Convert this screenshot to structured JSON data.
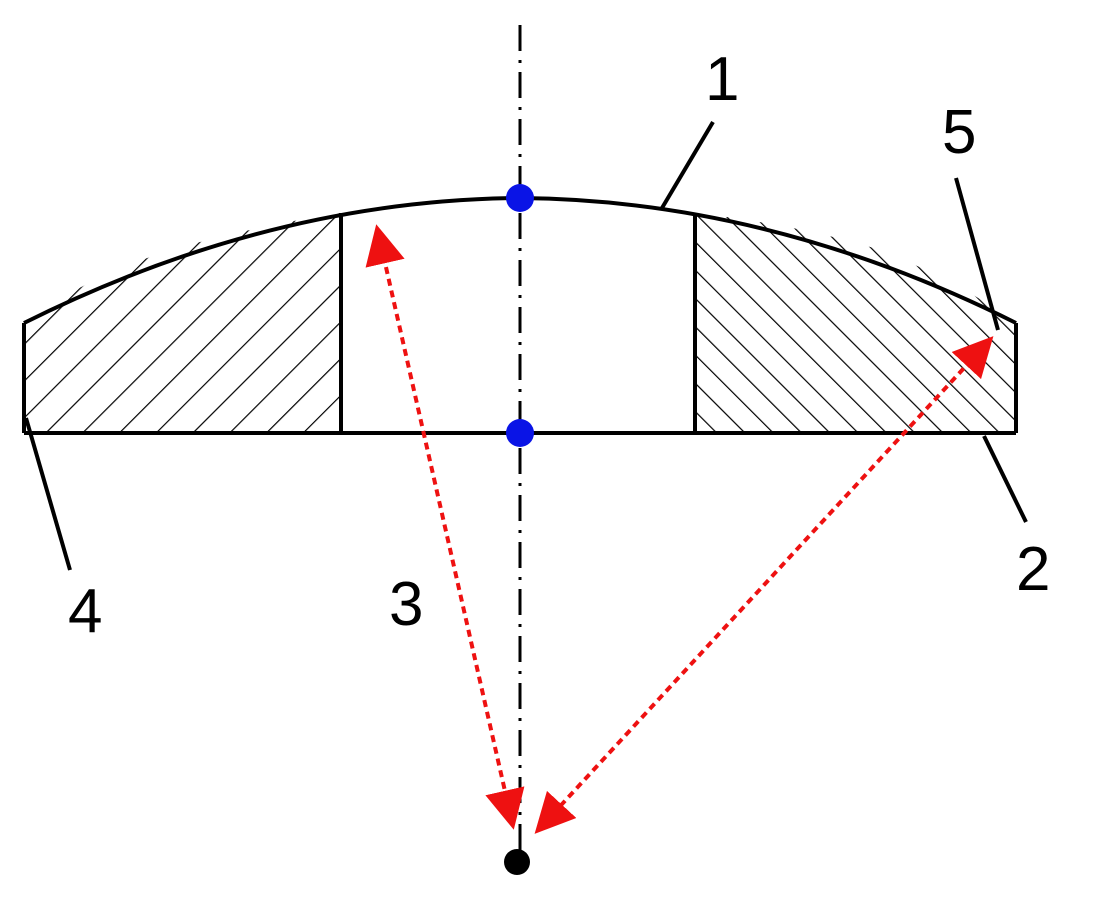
{
  "labels": {
    "one": "1",
    "two": "2",
    "three": "3",
    "four": "4",
    "five": "5"
  },
  "colors": {
    "outline": "#000000",
    "hatch": "#000000",
    "axis_point": "#0a14e6",
    "arrow": "#ee1111",
    "focus_point": "#000000",
    "background": "#ffffff"
  },
  "icons": {
    "axis_point": "filled-circle",
    "focus_point": "filled-circle",
    "arrow_head": "triangle"
  }
}
